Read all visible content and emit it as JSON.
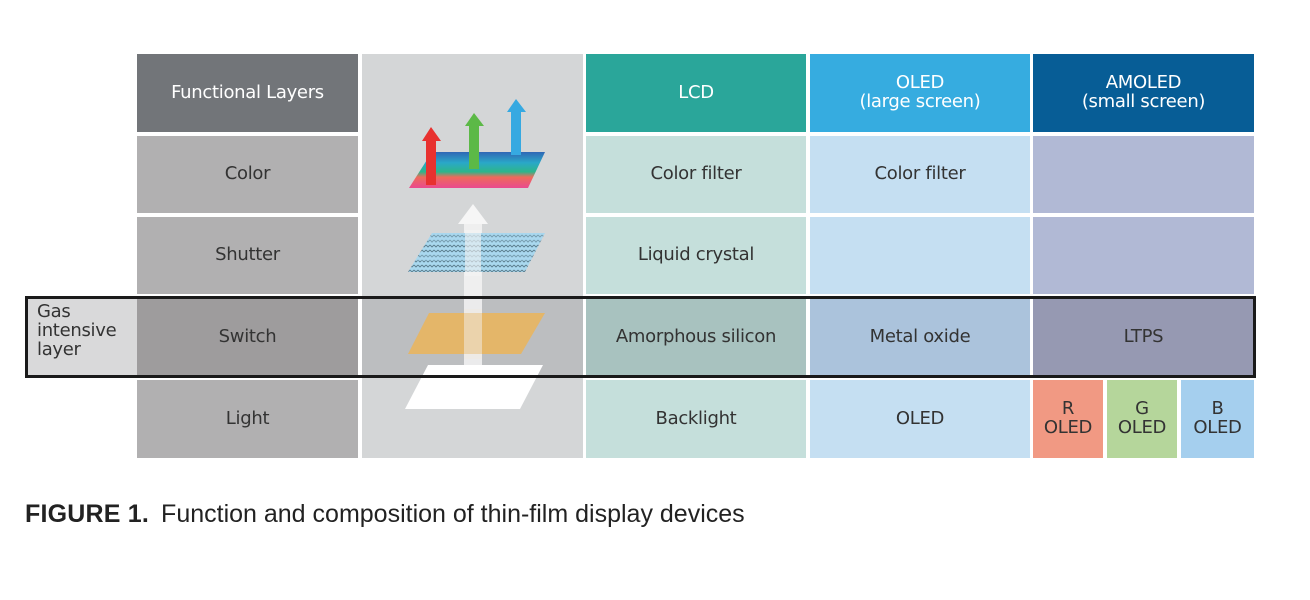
{
  "figure": {
    "caption_label": "FIGURE 1.",
    "caption_text": "Function and composition of thin-film display devices"
  },
  "table": {
    "header": {
      "functional_layers": "Functional Layers",
      "lcd": "LCD",
      "oled_line1": "OLED",
      "oled_line2": "(large screen)",
      "amoled_line1": "AMOLED",
      "amoled_line2": "(small screen)"
    },
    "rows": [
      {
        "layer": "Color",
        "lcd": "Color filter",
        "oled": "Color filter",
        "amoled": ""
      },
      {
        "layer": "Shutter",
        "lcd": "Liquid crystal",
        "oled": "",
        "amoled": ""
      },
      {
        "layer": "Switch",
        "lcd": "Amorphous silicon",
        "oled": "Metal oxide",
        "amoled": "LTPS"
      },
      {
        "layer": "Light",
        "lcd": "Backlight",
        "oled": "OLED",
        "amoled": ""
      }
    ],
    "amoled_light_subcells": [
      {
        "line1": "R",
        "line2": "OLED",
        "color": "#f19983"
      },
      {
        "line1": "G",
        "line2": "OLED",
        "color": "#b5d69b"
      },
      {
        "line1": "B",
        "line2": "OLED",
        "color": "#a5cfee"
      }
    ]
  },
  "gas_intensive": {
    "line1": "Gas",
    "line2": "intensive",
    "line3": "layer"
  },
  "illustration": {
    "icons": [
      "rgb-color-filter-icon",
      "liquid-crystal-shutter-icon",
      "switch-layer-icon",
      "backlight-icon",
      "light-path-arrow-icon"
    ],
    "arrow_colors": {
      "red": "#e8312f",
      "green": "#5cb947",
      "blue": "#36a9e1"
    },
    "switch_color": "#e6b564"
  },
  "colors": {
    "lcd_header": "#2aa69a",
    "oled_header": "#36ace0",
    "amoled_header": "#075d96",
    "label_header": "#727579"
  }
}
